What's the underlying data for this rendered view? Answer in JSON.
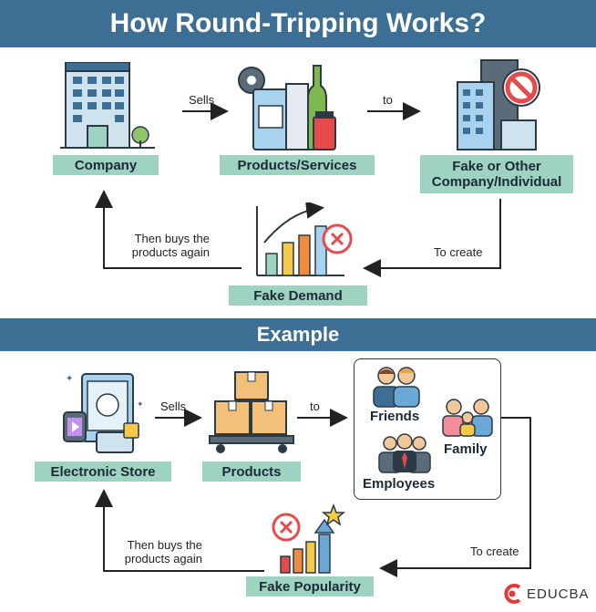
{
  "title": "How Round-Tripping Works?",
  "example_title": "Example",
  "top_flow": {
    "company": "Company",
    "products_services": "Products/Services",
    "fake_company": "Fake or Other Company/Individual",
    "fake_demand": "Fake Demand",
    "sells": "Sells",
    "to": "to",
    "to_create": "To create",
    "then_buys": "Then buys the products again"
  },
  "bottom_flow": {
    "store": "Electronic Store",
    "products": "Products",
    "friends": "Friends",
    "family": "Family",
    "employees": "Employees",
    "fake_popularity": "Fake Popularity",
    "sells": "Sells",
    "to": "to",
    "to_create": "To create",
    "then_buys": "Then buys the products again"
  },
  "logo": {
    "text": "EDUCBA"
  },
  "colors": {
    "banner": "#3c6f93",
    "label": "#9ed3c1",
    "logo": "#e23b3b"
  }
}
